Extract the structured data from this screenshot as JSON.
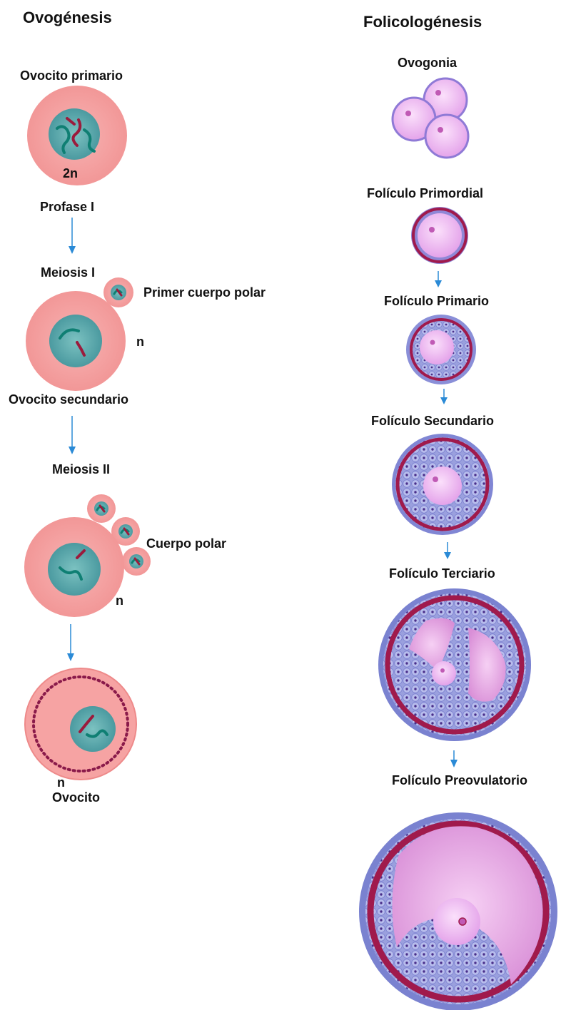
{
  "left_column": {
    "title": "Ovogénesis",
    "ovocito_primario": "Ovocito primario",
    "ploidy_2n": "2n",
    "profase": "Profase I",
    "meiosis1": "Meiosis I",
    "primer_cuerpo_polar": "Primer cuerpo polar",
    "ploidy_n1": "n",
    "ovocito_secundario": "Ovocito secundario",
    "meiosis2": "Meiosis II",
    "cuerpo_polar": "Cuerpo polar",
    "ploidy_n2": "n",
    "ploidy_n3": "n",
    "ovocito": "Ovocito"
  },
  "right_column": {
    "title": "Folicologénesis",
    "ovogonia": "Ovogonia",
    "primordial": "Folículo Primordial",
    "primario": "Folículo Primario",
    "secundario": "Folículo Secundario",
    "terciario": "Folículo Terciario",
    "preovulatorio": "Folículo Preovulatorio"
  },
  "colors": {
    "cell_body": "#f4a6a6",
    "nucleus": "#5aa8ab",
    "chromosome_red": "#9b1b3c",
    "chromosome_teal": "#0f7f73",
    "arrow": "#2a8ad6",
    "follicle_pink": "#f3b8ec",
    "follicle_membrane": "#a01a4c",
    "granulosa_blue": "#8b90d8",
    "antrum": "#e9a6e0"
  }
}
